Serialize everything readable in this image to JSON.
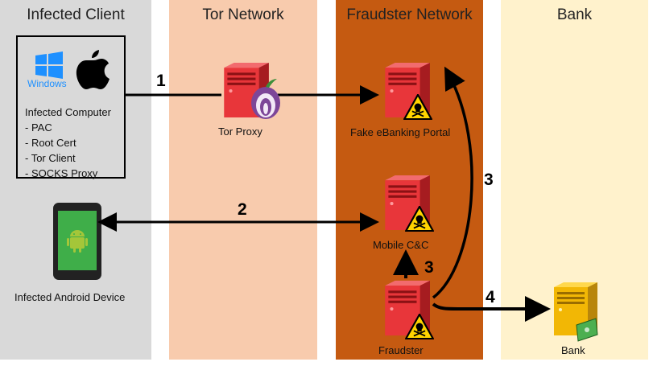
{
  "columns": {
    "infected_client": "Infected Client",
    "tor_network": "Tor Network",
    "fraudster_network": "Fraudster Network",
    "bank": "Bank"
  },
  "colors": {
    "infected_client_bg": "#d9d9d9",
    "tor_network_bg": "#f8cbad",
    "fraudster_network_bg": "#c55a11",
    "bank_bg": "#fff2cc",
    "server_red": "#e8363a",
    "server_gold": "#f2b705"
  },
  "computer_box": {
    "windows_text": "Windows",
    "title": "Infected Computer",
    "items": [
      "- PAC",
      "- Root Cert",
      "- Tor Client",
      "- SOCKS Proxy"
    ]
  },
  "nodes": {
    "tor_proxy": "Tor Proxy",
    "fake_portal": "Fake eBanking Portal",
    "mobile_cc": "Mobile C&C",
    "fraudster": "Fraudster",
    "bank": "Bank",
    "android": "Infected Android Device"
  },
  "step_numbers": {
    "one": "1",
    "two": "2",
    "three_right": "3",
    "three_center": "3",
    "four": "4"
  }
}
